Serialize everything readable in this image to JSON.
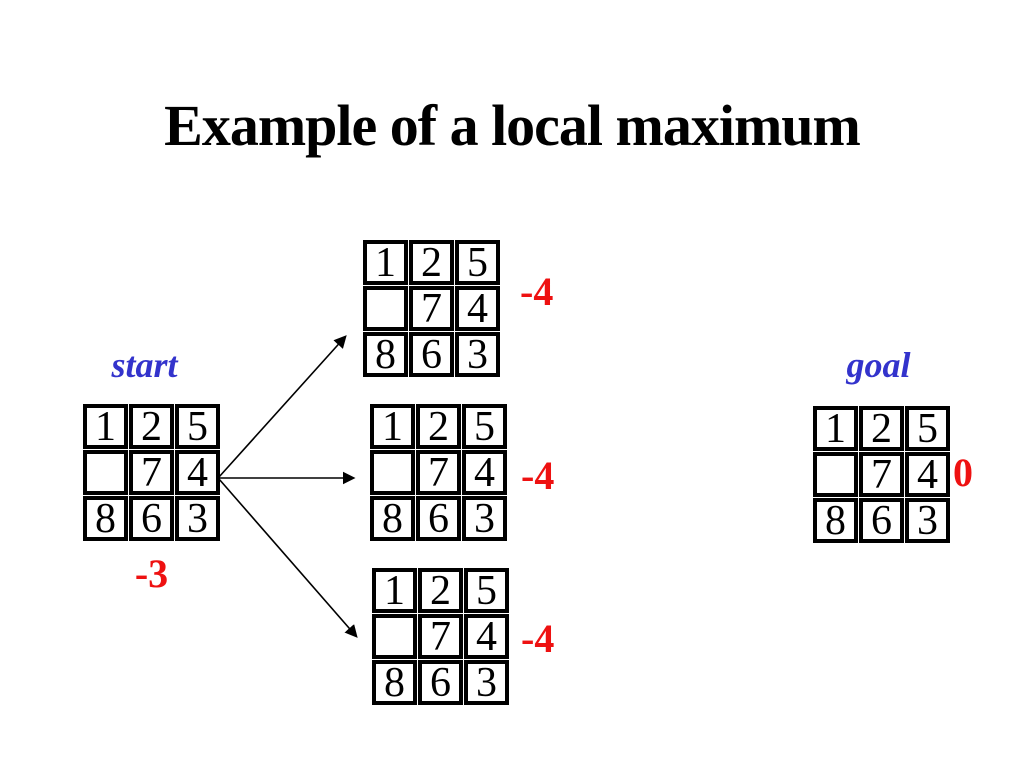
{
  "title": "Example of a local maximum",
  "colors": {
    "label_blue": "#3333CC",
    "score_red": "#EE1111",
    "line_black": "#000000",
    "background": "#FFFFFF"
  },
  "start": {
    "label": "start",
    "score": "-3",
    "grid": [
      [
        "1",
        "2",
        "5"
      ],
      [
        "",
        "7",
        "4"
      ],
      [
        "8",
        "6",
        "3"
      ]
    ]
  },
  "successors": [
    {
      "id": "top",
      "score": "-4",
      "grid": [
        [
          "1",
          "2",
          "5"
        ],
        [
          "",
          "7",
          "4"
        ],
        [
          "8",
          "6",
          "3"
        ]
      ]
    },
    {
      "id": "middle",
      "score": "-4",
      "grid": [
        [
          "1",
          "2",
          "5"
        ],
        [
          "",
          "7",
          "4"
        ],
        [
          "8",
          "6",
          "3"
        ]
      ]
    },
    {
      "id": "bottom",
      "score": "-4",
      "grid": [
        [
          "1",
          "2",
          "5"
        ],
        [
          "",
          "7",
          "4"
        ],
        [
          "8",
          "6",
          "3"
        ]
      ]
    }
  ],
  "goal": {
    "label": "goal",
    "score": "0",
    "grid": [
      [
        "1",
        "2",
        "5"
      ],
      [
        "",
        "7",
        "4"
      ],
      [
        "8",
        "6",
        "3"
      ]
    ]
  }
}
